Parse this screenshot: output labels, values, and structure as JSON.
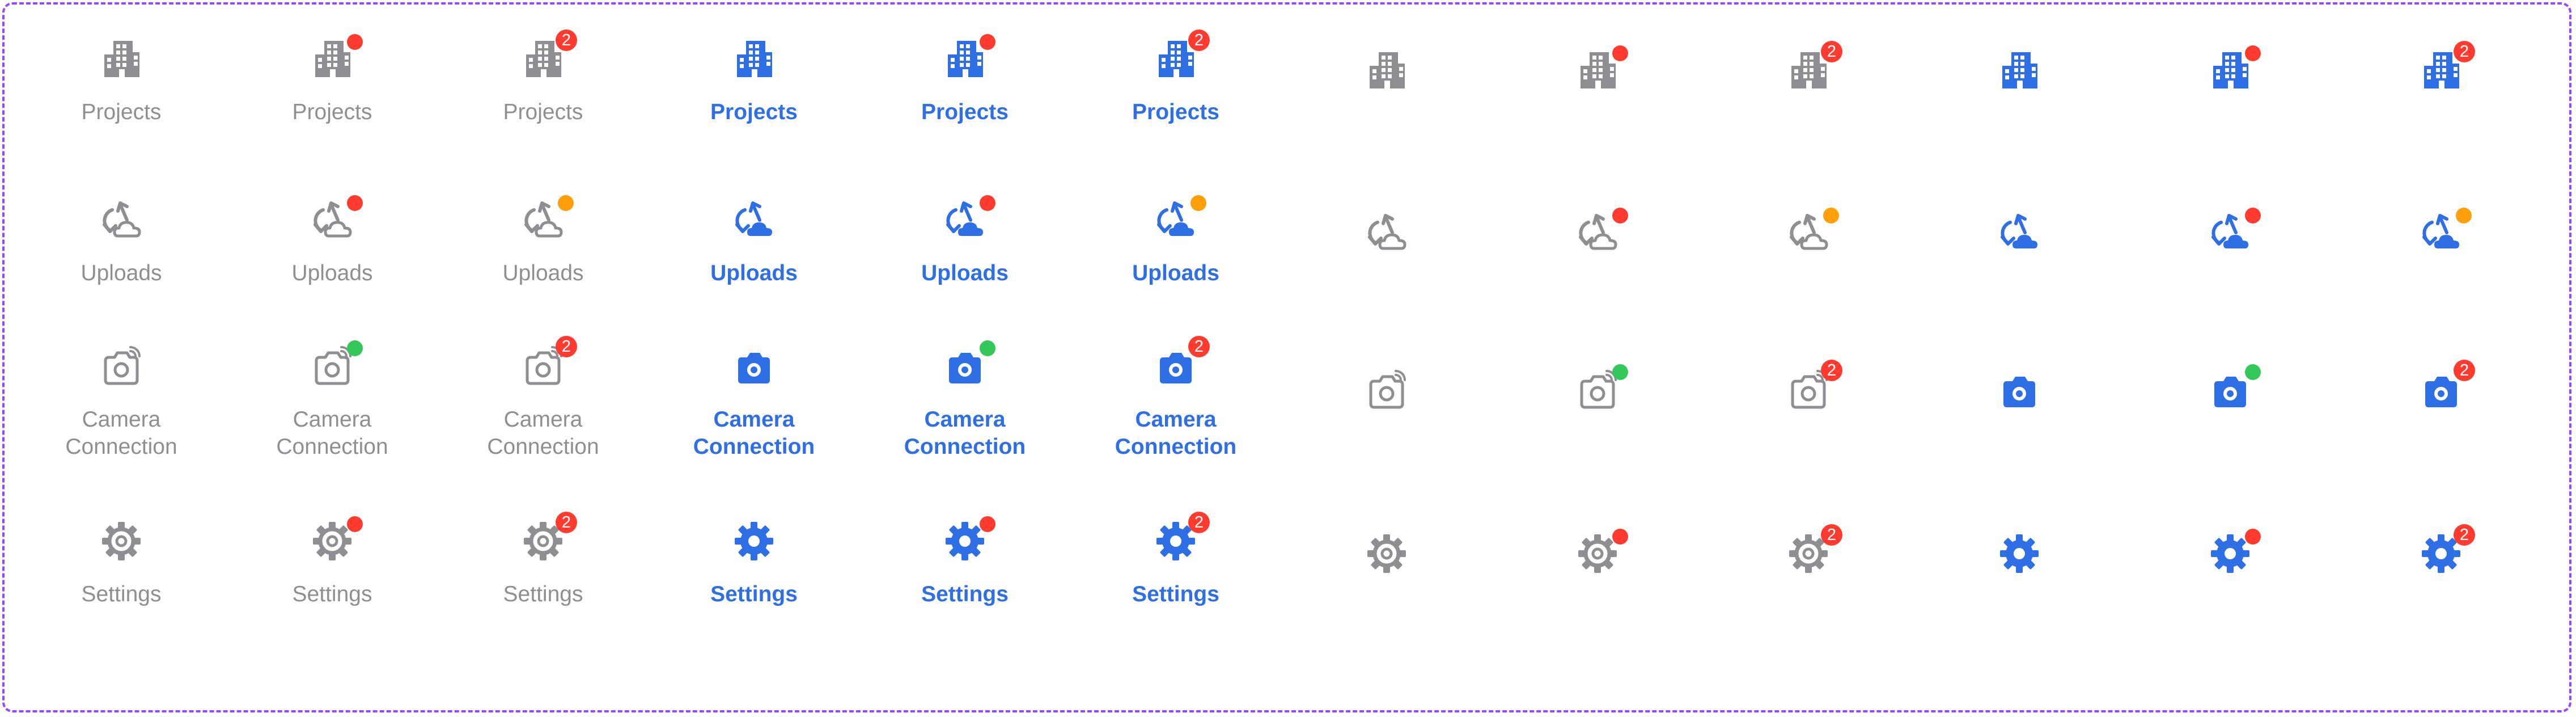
{
  "colors": {
    "inactive": "#8E8E93",
    "active": "#2F6FE6",
    "badge_red": "#FF3B30",
    "dot_orange": "#FF9F0A",
    "dot_green": "#34C759",
    "frame": "#9747FF"
  },
  "rows": [
    {
      "icon": "building-icon",
      "label_lines": [
        "Projects"
      ],
      "indicators": [
        {
          "type": "none"
        },
        {
          "type": "dot",
          "color": "#FF3B30"
        },
        {
          "type": "badge",
          "text": "2"
        },
        {
          "type": "none"
        },
        {
          "type": "dot",
          "color": "#FF3B30"
        },
        {
          "type": "badge",
          "text": "2"
        }
      ]
    },
    {
      "icon": "upload-sync-icon",
      "label_lines": [
        "Uploads"
      ],
      "indicators": [
        {
          "type": "none"
        },
        {
          "type": "dot",
          "color": "#FF3B30"
        },
        {
          "type": "dot",
          "color": "#FF9F0A"
        },
        {
          "type": "none"
        },
        {
          "type": "dot",
          "color": "#FF3B30"
        },
        {
          "type": "dot",
          "color": "#FF9F0A"
        }
      ]
    },
    {
      "icon": "camera-connection-icon",
      "label_lines": [
        "Camera",
        "Connection"
      ],
      "indicators": [
        {
          "type": "none"
        },
        {
          "type": "dot",
          "color": "#34C759"
        },
        {
          "type": "badge",
          "text": "2"
        },
        {
          "type": "none"
        },
        {
          "type": "dot",
          "color": "#34C759"
        },
        {
          "type": "badge",
          "text": "2"
        }
      ]
    },
    {
      "icon": "gear-icon",
      "label_lines": [
        "Settings"
      ],
      "indicators": [
        {
          "type": "none"
        },
        {
          "type": "dot",
          "color": "#FF3B30"
        },
        {
          "type": "badge",
          "text": "2"
        },
        {
          "type": "none"
        },
        {
          "type": "dot",
          "color": "#FF3B30"
        },
        {
          "type": "badge",
          "text": "2"
        }
      ]
    }
  ],
  "groups": [
    {
      "name": "labeled",
      "show_label": true
    },
    {
      "name": "icon-only",
      "show_label": false
    }
  ]
}
